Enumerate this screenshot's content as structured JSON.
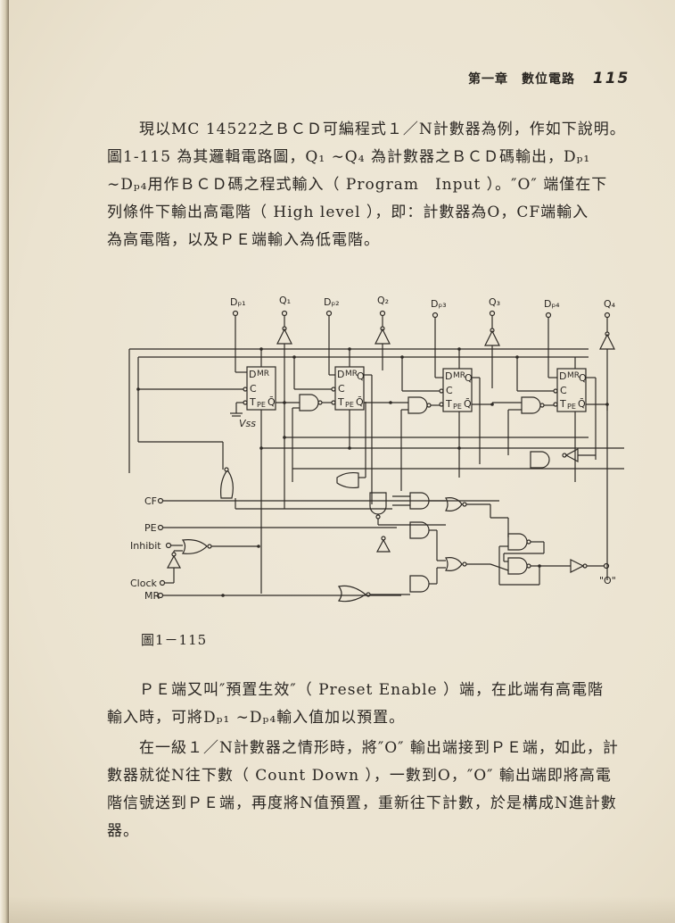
{
  "header": {
    "chapter": "第一章　數位電路",
    "page_number": "115"
  },
  "paragraph_1": {
    "lines": [
      "現以MC 14522之ＢＣＤ可編程式１／N計數器為例，作如下說明。",
      "圖1-115 為其邏輯電路圖，Q₁ ∼Q₄ 為計數器之ＢＣＤ碼輸出，Dₚ₁",
      "∼Dₚ₄用作ＢＣＤ碼之程式輸入（ Program　Input ）。″O″ 端僅在下",
      "列條件下輸出高電階（ High level ），即：計數器為O，CF端輸入",
      "為高電階，以及ＰＥ端輸入為低電階。"
    ]
  },
  "figure": {
    "caption": "圖1－115",
    "top_labels": [
      "Dₚ₁",
      "Q₁",
      "Dₚ₂",
      "Q₂",
      "Dₚ₃",
      "Q₃",
      "Dₚ₄",
      "Q₄"
    ],
    "flipflop_pins": {
      "d": "D",
      "mr": "MR",
      "c": "C",
      "t": "T",
      "pe": "PE",
      "q": "Q",
      "qbar": "Q̄"
    },
    "vss_label": "Vss",
    "left_inputs": [
      "CF",
      "PE",
      "Inhibit",
      "Clock",
      "MR"
    ],
    "output_label": "\"O\""
  },
  "paragraph_2": {
    "lines": [
      "ＰＥ端又叫″預置生效″（ Preset Enable ）端，在此端有高電階",
      "輸入時，可將Dₚ₁ ∼Dₚ₄輸入值加以預置。"
    ]
  },
  "paragraph_3": {
    "lines": [
      "在一級１／N計數器之情形時，將″O″ 輸出端接到ＰＥ端，如此，計",
      "數器就從N往下數（ Count Down ），一數到O，″O″ 輸出端即將高電",
      "階信號送到ＰＥ端，再度將N值預置，重新往下計數，於是構成N進計數",
      "器。"
    ]
  }
}
